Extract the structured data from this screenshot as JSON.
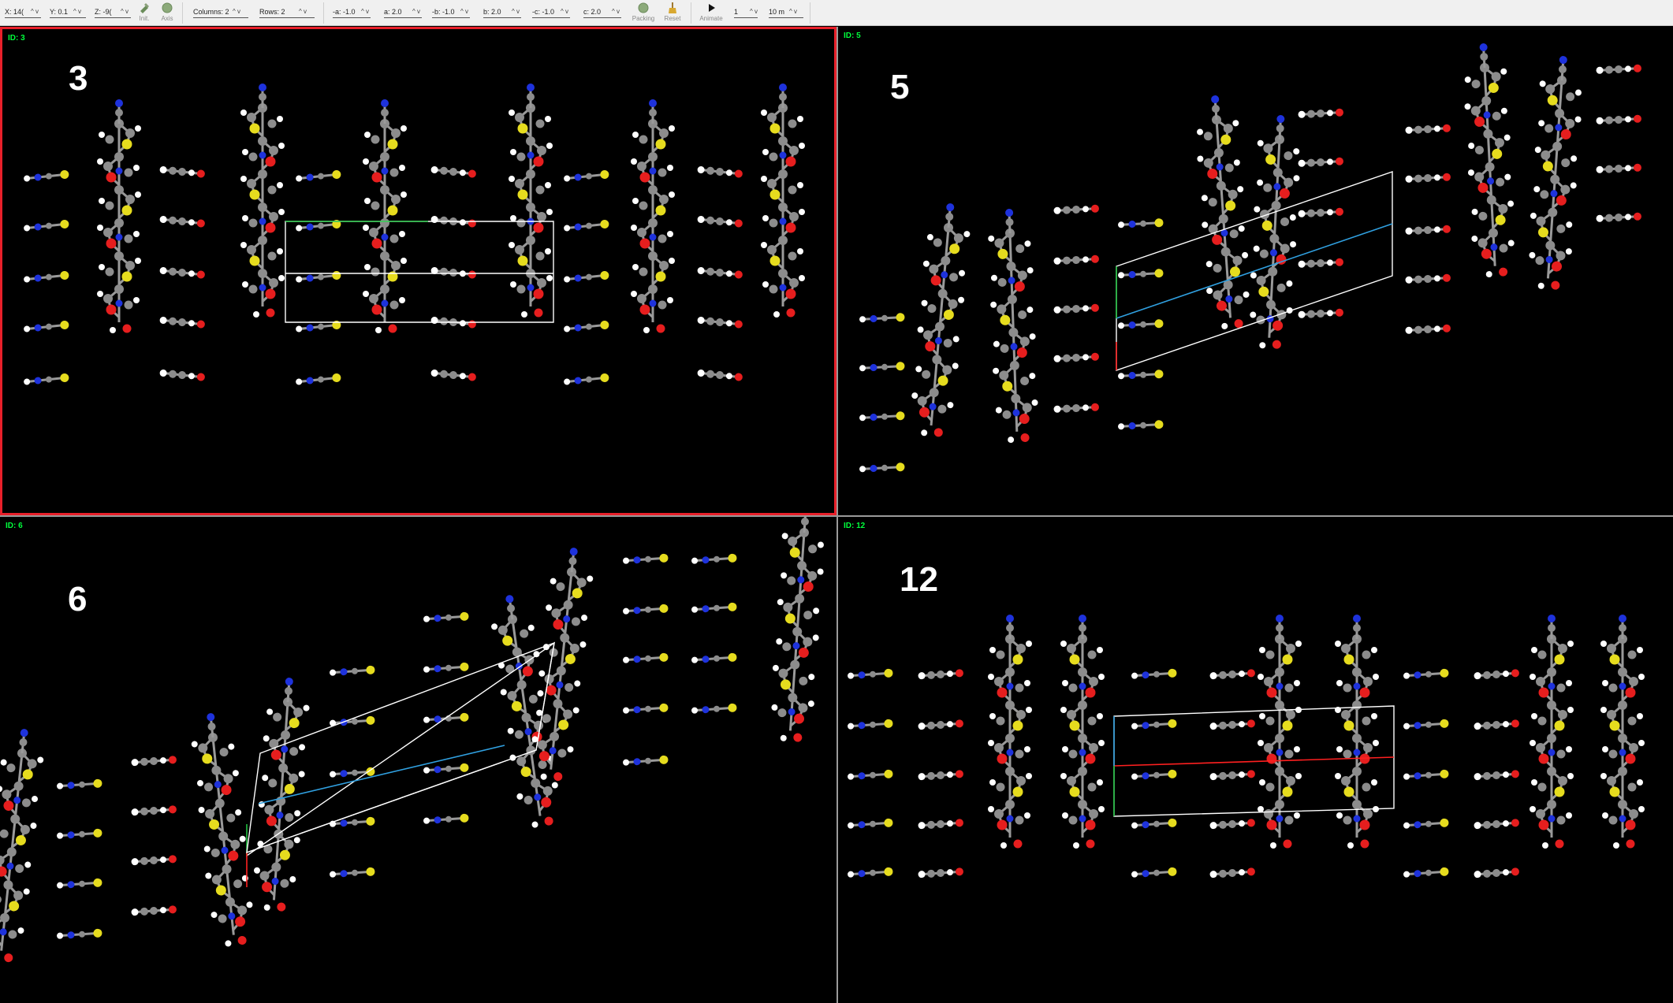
{
  "toolbar": {
    "controls": [
      {
        "label": "X: 14(",
        "arrows": "^ v"
      },
      {
        "label": "Y: 0.1",
        "arrows": "^ v"
      },
      {
        "label": "Z: -9(",
        "arrows": "^ v"
      },
      {
        "label": "Columns: 2",
        "arrows": "^ v"
      },
      {
        "label": "Rows: 2",
        "arrows": "^ v"
      },
      {
        "label": "-a: -1.0",
        "arrows": "^ v"
      },
      {
        "label": "a: 2.0",
        "arrows": "^ v"
      },
      {
        "label": "-b: -1.0",
        "arrows": "^ v"
      },
      {
        "label": "b: 2.0",
        "arrows": "^ v"
      },
      {
        "label": "-c: -1.0",
        "arrows": "^ v"
      },
      {
        "label": "c: 2.0",
        "arrows": "^ v"
      },
      {
        "label": "1",
        "arrows": "^ v"
      },
      {
        "label": "10 m",
        "arrows": "^ v"
      }
    ],
    "buttons": {
      "init": "Init.",
      "axis": "Axis",
      "packing": "Packing",
      "reset": "Reset",
      "animate": "Animate"
    }
  },
  "panels": [
    {
      "id_text": "ID: 3",
      "label": "3",
      "selected": true
    },
    {
      "id_text": "ID: 5",
      "label": "5",
      "selected": false
    },
    {
      "id_text": "ID: 6",
      "label": "6",
      "selected": false
    },
    {
      "id_text": "ID: 12",
      "label": "12",
      "selected": false
    }
  ],
  "colors": {
    "selection_border": "#e8202a",
    "id_text": "#00ff3c",
    "carbon": "#8c8c8c",
    "sulfur": "#e6dc1e",
    "nitrogen": "#1e32dc",
    "oxygen": "#e61e1e",
    "hydrogen": "#ffffff",
    "cell_edges": "#ffffff",
    "axis_a": "#ff2020",
    "axis_b": "#20c040",
    "axis_c": "#30a0e0"
  }
}
